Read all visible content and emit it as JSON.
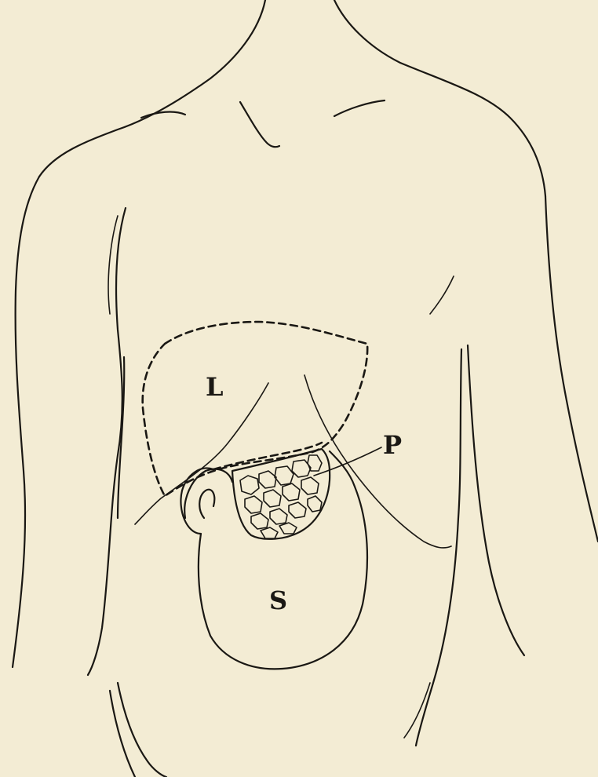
{
  "figure": {
    "labels": {
      "liver": "L",
      "pancreas": "P",
      "stomach": "S"
    },
    "colors": {
      "paper": "#f3ecd4",
      "ink": "#1a1814"
    }
  }
}
